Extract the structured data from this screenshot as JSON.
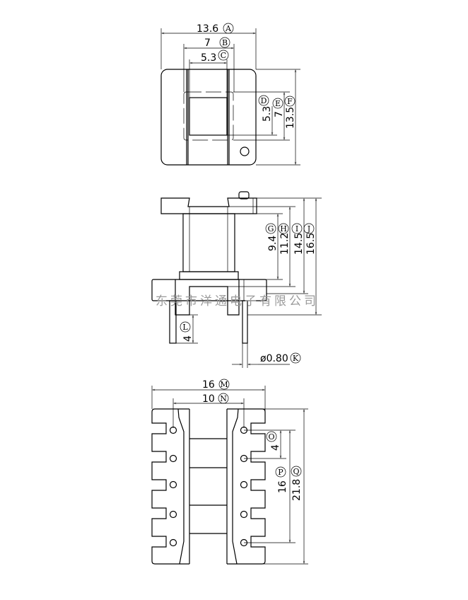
{
  "top_view": {
    "dims": [
      {
        "label": "A",
        "value": "13.6"
      },
      {
        "label": "B",
        "value": "7"
      },
      {
        "label": "C",
        "value": "5.3"
      },
      {
        "label": "D",
        "value": "5.3"
      },
      {
        "label": "E",
        "value": "7"
      },
      {
        "label": "F",
        "value": "13.5"
      }
    ]
  },
  "side_view": {
    "dims": [
      {
        "label": "G",
        "value": "9.4"
      },
      {
        "label": "H",
        "value": "11.2"
      },
      {
        "label": "I",
        "value": "14.5"
      },
      {
        "label": "J",
        "value": "16.5"
      },
      {
        "label": "L",
        "value": "4"
      },
      {
        "label": "K",
        "value": "ø0.80"
      }
    ],
    "watermark": "东莞市洋通电子有限公司"
  },
  "bottom_view": {
    "dims": [
      {
        "label": "M",
        "value": "16"
      },
      {
        "label": "N",
        "value": "10"
      },
      {
        "label": "O",
        "value": "4"
      },
      {
        "label": "P",
        "value": "16"
      },
      {
        "label": "Q",
        "value": "21.8"
      }
    ]
  }
}
